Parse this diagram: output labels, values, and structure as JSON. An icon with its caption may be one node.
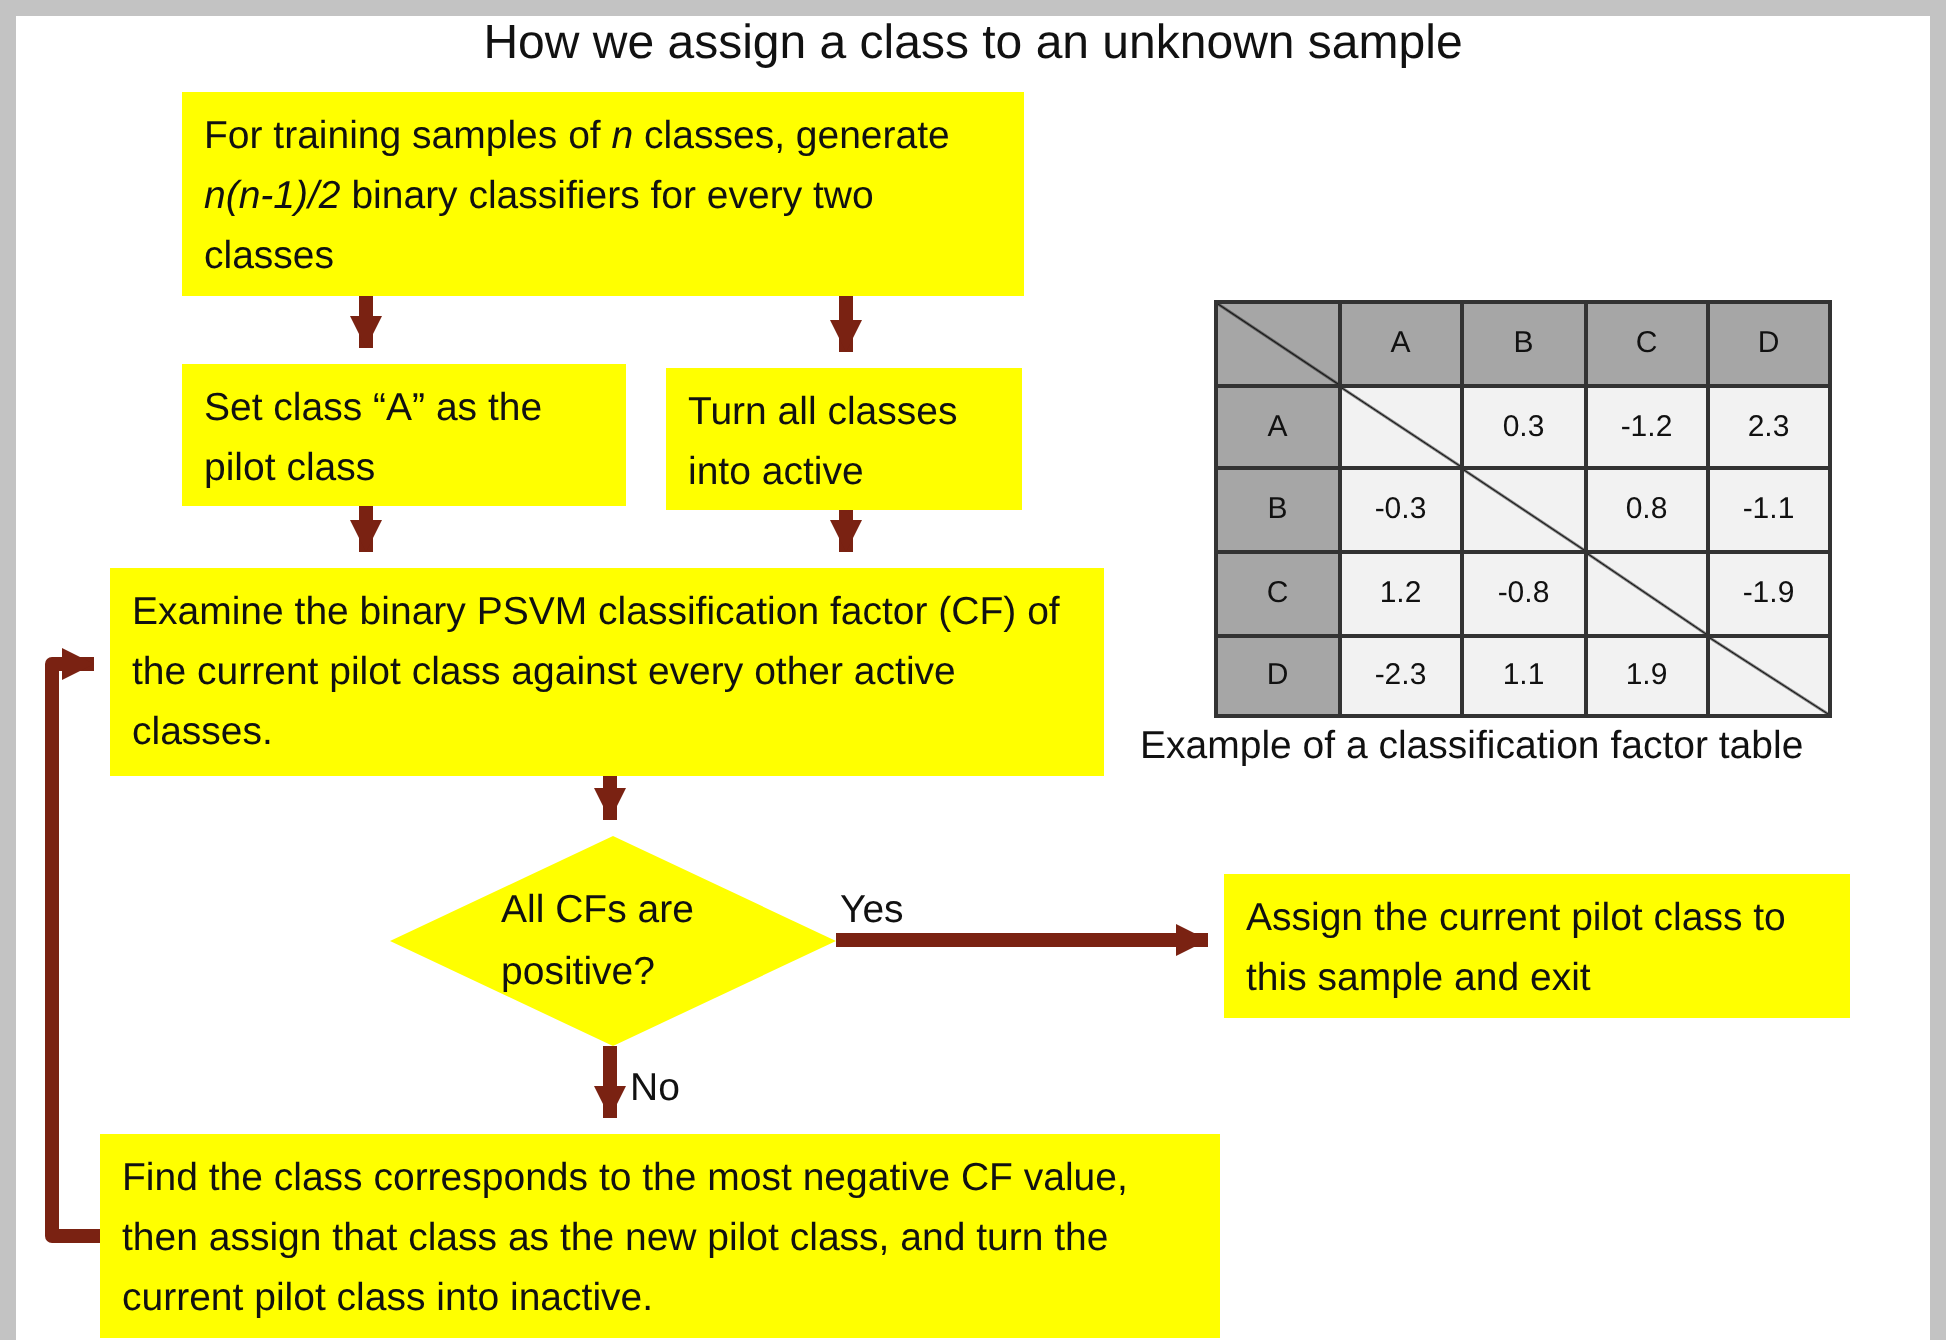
{
  "diagram": {
    "title": "How we assign a class to an unknown sample",
    "nodes": [
      {
        "text": [
          "For training samples of *n* classes, generate *n(n-1)/2* binary classifiers for every two classes"
        ]
      },
      {
        "text": [
          "Set class “A” as the pilot class"
        ]
      },
      {
        "text": [
          "Turn all classes into active"
        ]
      },
      {
        "text": [
          "Examine the binary PSVM classification factor (CF) of the current pilot class against every other active classes."
        ]
      },
      {
        "text": [
          "All CFs are positive?"
        ]
      },
      {
        "text": [
          "Assign the current pilot class to this sample and exit"
        ]
      },
      {
        "text": [
          "Find the class corresponds to the most negative CF value, then assign that class as the new pilot class, and turn the current pilot class into inactive."
        ]
      }
    ],
    "edges": [
      {
        "from": 0,
        "to": 1,
        "arrow": "to"
      },
      {
        "from": 0,
        "to": 2,
        "arrow": "to"
      },
      {
        "from": 1,
        "to": 3,
        "arrow": "to"
      },
      {
        "from": 2,
        "to": 3,
        "arrow": "to"
      },
      {
        "from": 3,
        "to": 4,
        "arrow": "to"
      },
      {
        "from": 4,
        "to": 5,
        "arrow": "to",
        "label": "Yes"
      },
      {
        "from": 4,
        "to": 6,
        "arrow": "to",
        "label": "No"
      },
      {
        "from": 6,
        "to": 3,
        "arrow": "to"
      }
    ],
    "labels": [
      "A",
      "B",
      "C",
      "D",
      "A",
      "0.3",
      "-1.2",
      "2.3",
      "B",
      "-0.3",
      "0.8",
      "-1.1",
      "C",
      "1.2",
      "-0.8",
      "-1.9",
      "D",
      "-2.3",
      "1.1",
      "1.9",
      "Example of a classification factor table"
    ]
  }
}
